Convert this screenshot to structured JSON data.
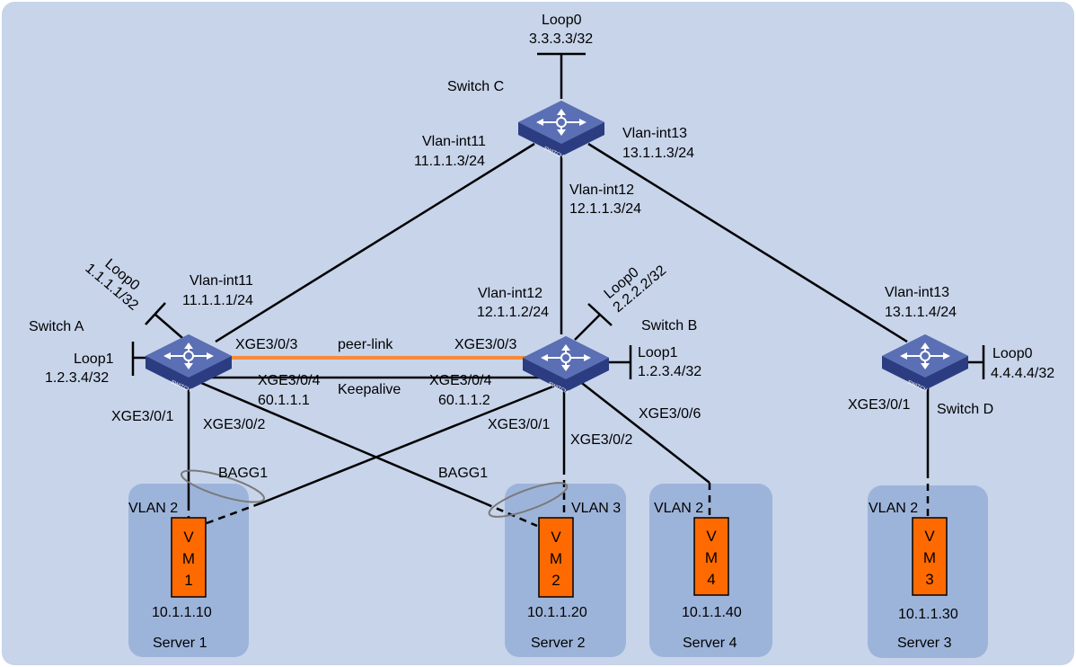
{
  "colors": {
    "background": "#c7d4ea",
    "server_box": "#9db4da",
    "vm_fill": "#ff6a00",
    "peer_link": "#f58b3a",
    "switch_top": "#5b6fb5",
    "switch_side": "#2c3c80",
    "line": "#000000"
  },
  "switch_c": {
    "name": "Switch C",
    "loop0_label": "Loop0",
    "loop0_ip": "3.3.3.3/32",
    "vlan11_label": "Vlan-int11",
    "vlan11_ip": "11.1.1.3/24",
    "vlan12_label": "Vlan-int12",
    "vlan12_ip": "12.1.1.3/24",
    "vlan13_label": "Vlan-int13",
    "vlan13_ip": "13.1.1.3/24"
  },
  "switch_a": {
    "name": "Switch A",
    "loop0_label": "Loop0",
    "loop0_ip": "1.1.1.1/32",
    "loop1_label": "Loop1",
    "loop1_ip": "1.2.3.4/32",
    "vlan11_label": "Vlan-int11",
    "vlan11_ip": "11.1.1.1/24",
    "port_peer": "XGE3/0/3",
    "port_keepalive": "XGE3/0/4",
    "keepalive_ip": "60.1.1.1",
    "port_1": "XGE3/0/1",
    "port_2": "XGE3/0/2"
  },
  "switch_b": {
    "name": "Switch B",
    "loop0_label": "Loop0",
    "loop0_ip": "2.2.2.2/32",
    "loop1_label": "Loop1",
    "loop1_ip": "1.2.3.4/32",
    "vlan12_label": "Vlan-int12",
    "vlan12_ip": "12.1.1.2/24",
    "port_peer": "XGE3/0/3",
    "port_keepalive": "XGE3/0/4",
    "keepalive_ip": "60.1.1.2",
    "port_1": "XGE3/0/1",
    "port_2": "XGE3/0/2",
    "port_6": "XGE3/0/6"
  },
  "switch_d": {
    "name": "Switch D",
    "loop0_label": "Loop0",
    "loop0_ip": "4.4.4.4/32",
    "vlan13_label": "Vlan-int13",
    "vlan13_ip": "13.1.1.4/24",
    "port_1": "XGE3/0/1"
  },
  "links": {
    "peer_link": "peer-link",
    "keepalive": "Keepalive",
    "bagg_left": "BAGG1",
    "bagg_right": "BAGG1"
  },
  "switch_icon_text": "SWITCH",
  "servers": [
    {
      "name": "Server 1",
      "vlan": "VLAN 2",
      "vm": [
        "V",
        "M",
        "1"
      ],
      "ip": "10.1.1.10"
    },
    {
      "name": "Server 2",
      "vlan": "VLAN 3",
      "vm": [
        "V",
        "M",
        "2"
      ],
      "ip": "10.1.1.20"
    },
    {
      "name": "Server 4",
      "vlan": "VLAN 2",
      "vm": [
        "V",
        "M",
        "4"
      ],
      "ip": "10.1.1.40"
    },
    {
      "name": "Server 3",
      "vlan": "VLAN 2",
      "vm": [
        "V",
        "M",
        "3"
      ],
      "ip": "10.1.1.30"
    }
  ]
}
